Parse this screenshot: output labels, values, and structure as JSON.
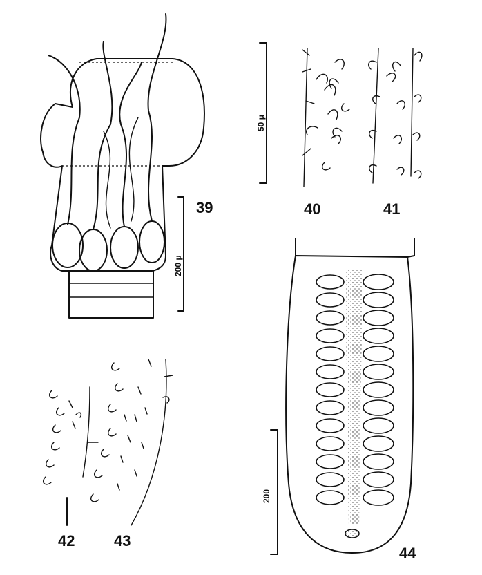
{
  "figures": {
    "fig39": {
      "label": "39",
      "scale": "200 μ"
    },
    "fig40": {
      "label": "40"
    },
    "fig41": {
      "label": "41"
    },
    "fig40_41_scale": "50 μ",
    "fig42": {
      "label": "42"
    },
    "fig43": {
      "label": "43"
    },
    "fig44": {
      "label": "44",
      "scale": "200"
    }
  }
}
